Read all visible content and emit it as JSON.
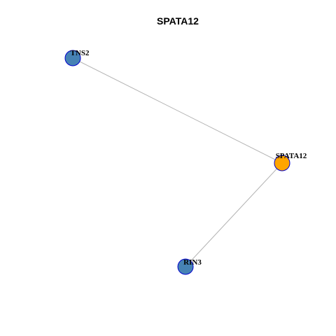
{
  "title": "SPATA12",
  "colors": {
    "edge": "#b3b3b3",
    "center_fill": "#ffa500",
    "neighbor_fill": "#4682b4",
    "node_stroke": "#0000cd"
  },
  "nodes": [
    {
      "id": "TNS2",
      "label": "TNS2",
      "role": "neighbor"
    },
    {
      "id": "SPATA12",
      "label": "SPATA12",
      "role": "center"
    },
    {
      "id": "RIN3",
      "label": "RIN3",
      "role": "neighbor"
    }
  ],
  "edges": [
    {
      "source": "TNS2",
      "target": "SPATA12"
    },
    {
      "source": "SPATA12",
      "target": "RIN3"
    }
  ]
}
